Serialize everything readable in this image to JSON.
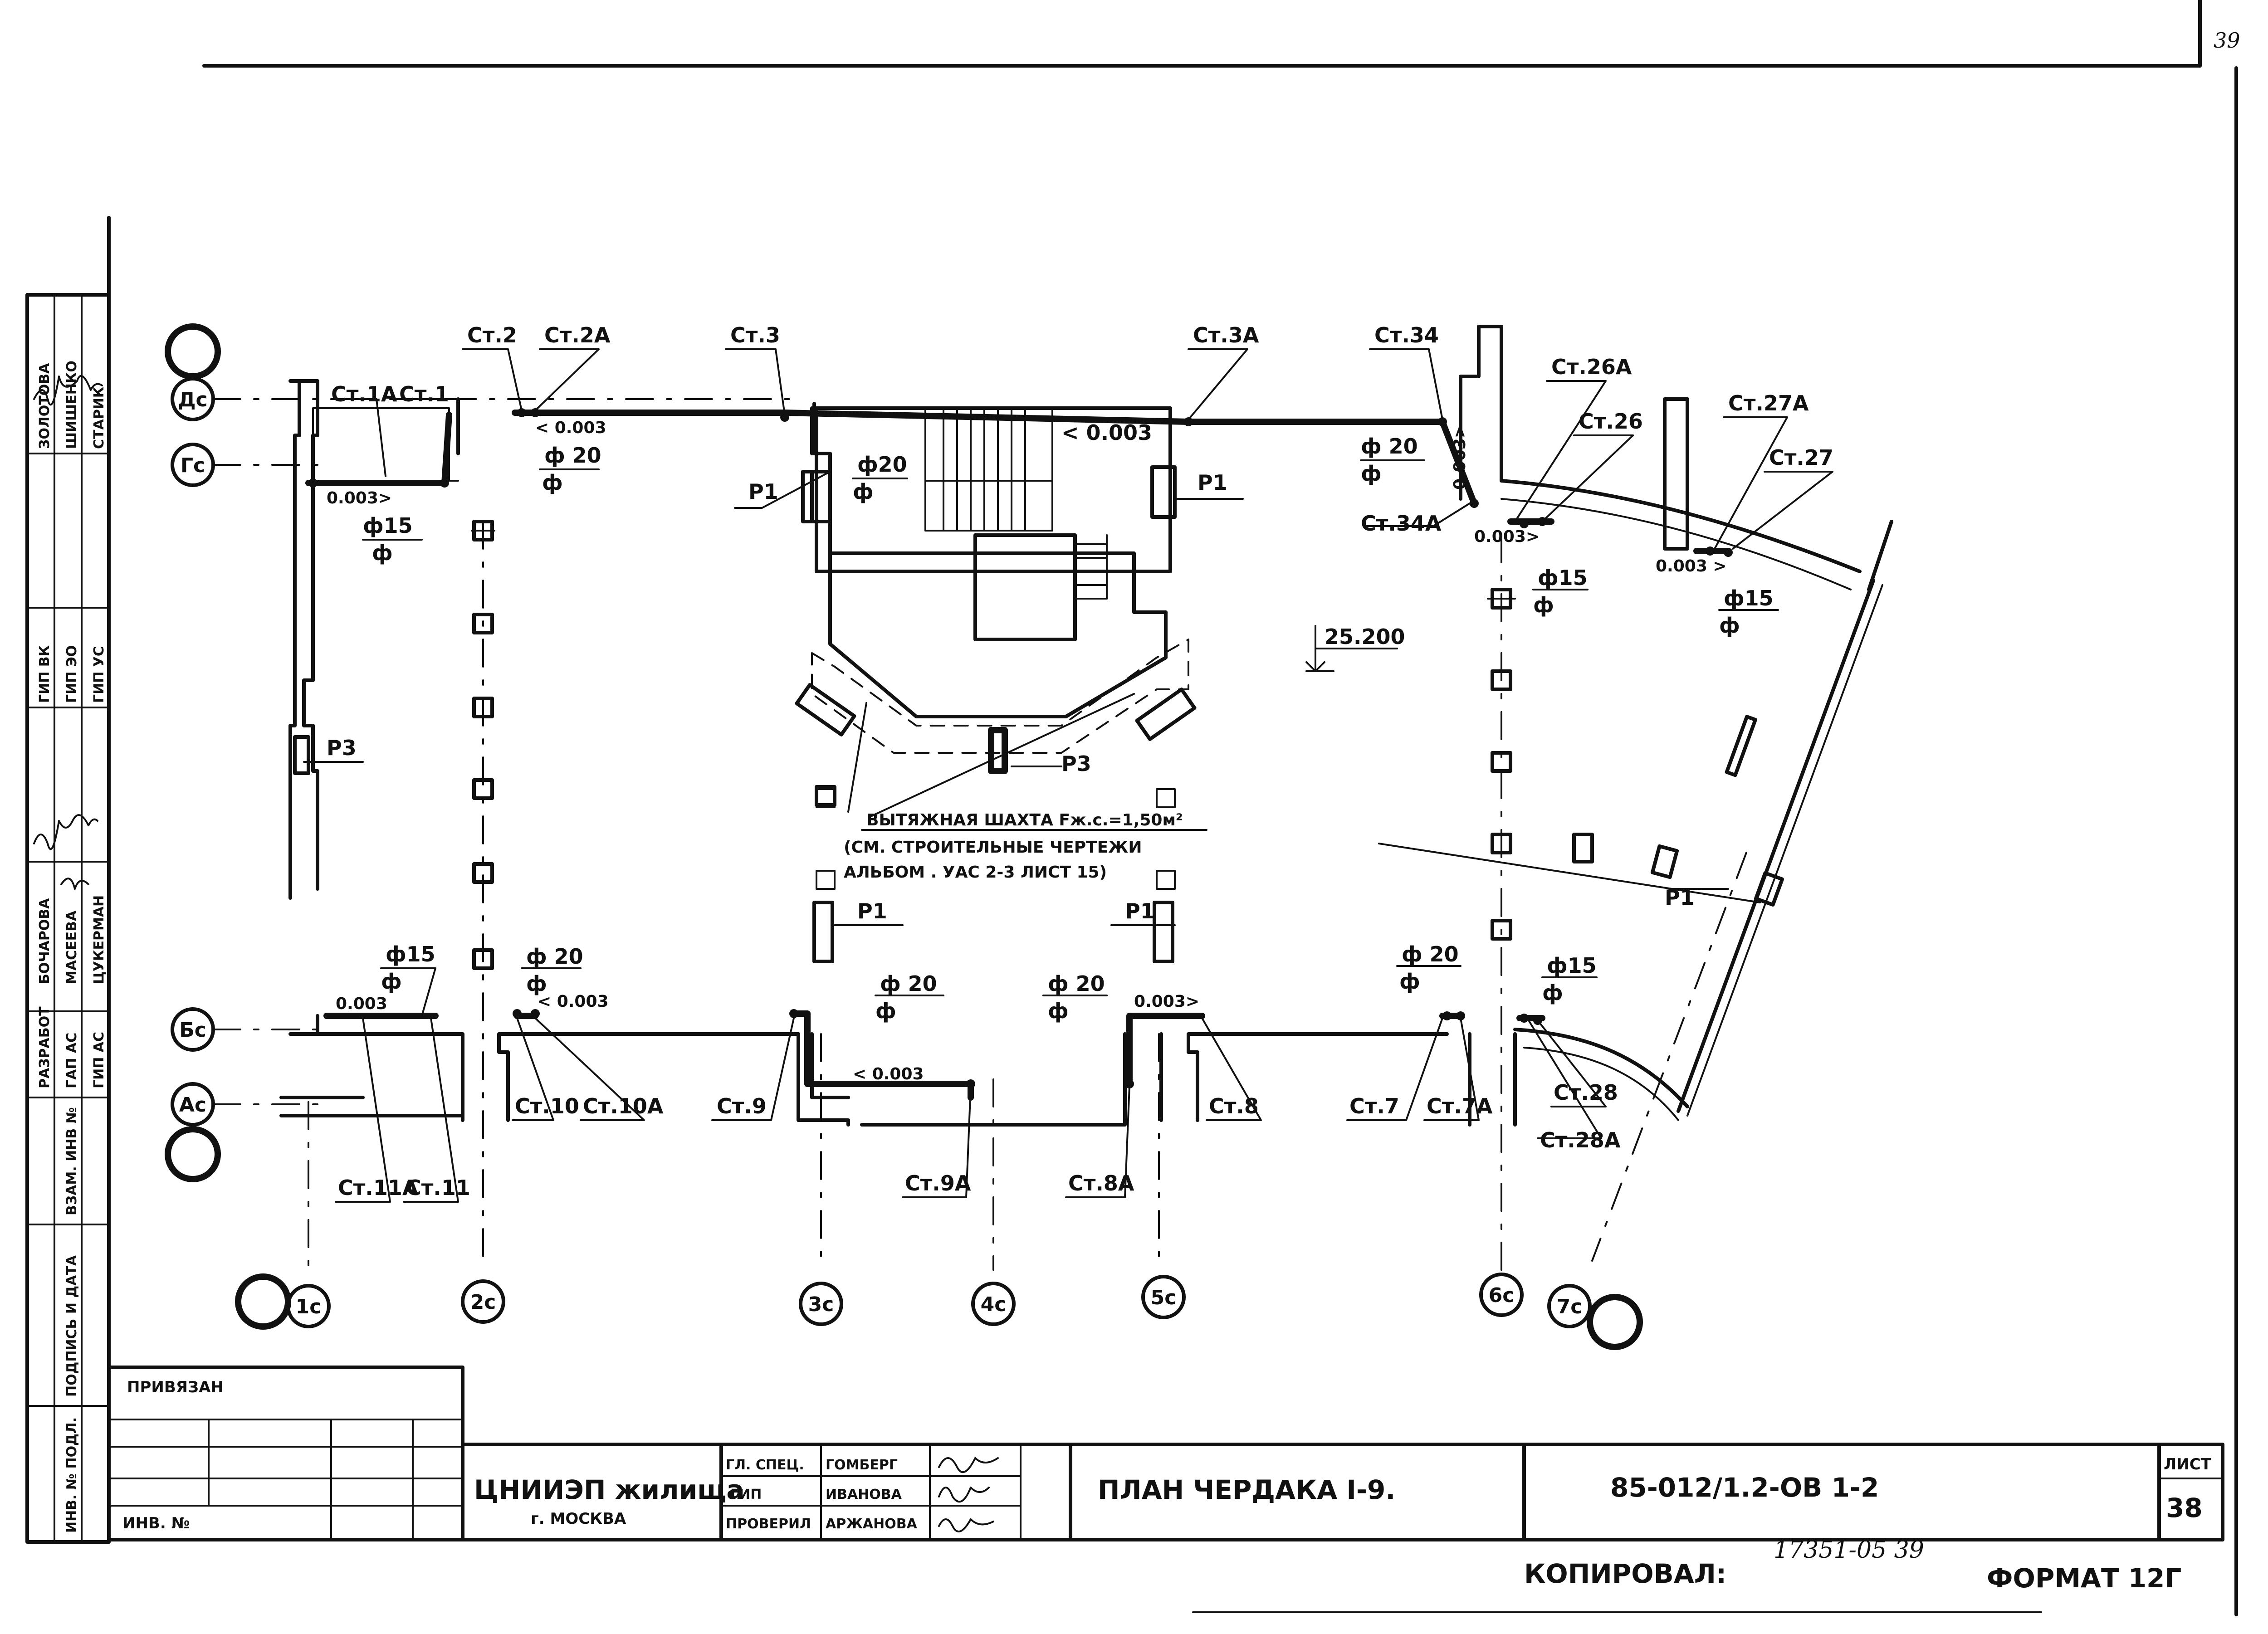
{
  "page_number": "39",
  "axes": {
    "rows": [
      {
        "id": "row-dc",
        "label": "Дс"
      },
      {
        "id": "row-gc",
        "label": "Гс"
      },
      {
        "id": "row-bc",
        "label": "Бс"
      },
      {
        "id": "row-ac",
        "label": "Ас"
      }
    ],
    "columns": [
      {
        "id": "col-1c",
        "label": "1с"
      },
      {
        "id": "col-2c",
        "label": "2с"
      },
      {
        "id": "col-3c",
        "label": "3с"
      },
      {
        "id": "col-4c",
        "label": "4с"
      },
      {
        "id": "col-5c",
        "label": "5с"
      },
      {
        "id": "col-6c",
        "label": "6с"
      },
      {
        "id": "col-7c",
        "label": "7с"
      }
    ]
  },
  "risers": {
    "st1a": "Ст.1А",
    "st1": "Ст.1",
    "st2": "Ст.2",
    "st2a": "Ст.2А",
    "st3": "Ст.3",
    "st3a": "Ст.3А",
    "st34": "Ст.34",
    "st34a": "Ст.34А",
    "st26a": "Ст.26А",
    "st26": "Ст.26",
    "st27a": "Ст.27А",
    "st27": "Ст.27",
    "st11a": "Ст.11А",
    "st11": "Ст.11",
    "st10": "Ст.10",
    "st10a": "Ст.10А",
    "st9": "Ст.9",
    "st9a": "Ст.9А",
    "st8a": "Ст.8А",
    "st8": "Ст.8",
    "st7": "Ст.7",
    "st7a": "Ст.7А",
    "st28": "Ст.28",
    "st28a": "Ст.28А"
  },
  "slopes": {
    "s1": "0.003>",
    "s2": "< 0.003",
    "s3": "< 0.003",
    "s4": "0.003>",
    "s5": "0.003>",
    "s6": "0.003 >",
    "s7": "0.003",
    "s8": "< 0.003",
    "s9": "< 0.003",
    "s10": "0.003>"
  },
  "diameters": {
    "d15": "ф15",
    "d20": "ф 20",
    "d20b": "ф20",
    "phi": "ф"
  },
  "elevation": "25.200",
  "radiators": {
    "p1": "Р1",
    "p3": "Р3"
  },
  "shaft_note": {
    "line1": "ВЫТЯЖНАЯ ШАХТА Fж.с.=1,50м²",
    "line2": "(СМ. СТРОИТЕЛЬНЫЕ ЧЕРТЕЖИ",
    "line3": "АЛЬБОМ . УАС 2-3 ЛИСТ 15)"
  },
  "left_stamp": {
    "roles": [
      "РАЗРАБОТ",
      "ГАП АС",
      "ГИП АС"
    ],
    "names": [
      "БОЧАРОВА",
      "МАСЕЕВА",
      "ЦУКЕРМАН"
    ],
    "roles2": [
      "ГИП ВК",
      "ГИП ЭО",
      "ГИП УС"
    ],
    "names2": [
      "ЗОЛОТОВА",
      "ШИШЕНКО",
      "СТАРИК"
    ],
    "col_labels": [
      "ИНВ. № ПОДЛ.",
      "ПОДПИСЬ И ДАТА",
      "ВЗАМ. ИНВ №"
    ]
  },
  "title_block": {
    "privyazan": "ПРИВЯЗАН",
    "inv_no": "ИНВ. №",
    "org_line1": "ЦНИИЭП жилища",
    "org_line2": "г. МОСКВА",
    "roles": [
      "ГЛ. СПЕЦ.",
      "ГИП",
      "ПРОВЕРИЛ"
    ],
    "names": [
      "ГОМБЕРГ",
      "ИВАНОВА",
      "АРЖАНОВА"
    ],
    "sheet_title": "ПЛАН ЧЕРДАКА   I-9.",
    "doc_code": "85-012/1.2-ОВ  1-2",
    "sheet_label": "ЛИСТ",
    "sheet_number": "38"
  },
  "footer": {
    "copied": "КОПИРОВАЛ:",
    "archive_no": "17351-05  39",
    "format": "ФОРМАТ 12Г"
  }
}
